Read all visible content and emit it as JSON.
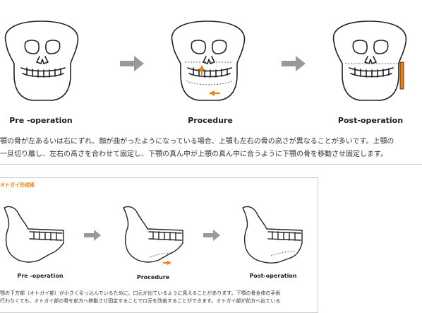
{
  "colors": {
    "accent": "#ef8000",
    "line": "#222222",
    "arrow": "#999999",
    "divider": "#cccccc"
  },
  "asymmetry": {
    "labels": {
      "pre": "Pre -operation",
      "procedure": "Procedure",
      "post": "Post-operation"
    },
    "description": [
      "顎の骨が左あるいは右にずれ、顔が曲がったようになっている場合、上顎も左右の骨の高さが異なることが多いです。上顎の",
      "一旦切り離し、左右の高さを合わせて固定し、下顎の真ん中が上顎の真ん中に合うように下顎の骨を移動させ固定します。"
    ]
  },
  "genioplasty": {
    "title": "オトガイ形成術",
    "labels": {
      "pre": "Pre -operation",
      "procedure": "Procedure",
      "post": "Post-operation"
    },
    "description": [
      "顎の下方部（オトガイ部）が小さく引っ込んでいるために、口元が出ているように見えることがあります。下顎の骨全体の手術",
      "行わなくても、オトガイ部の骨を前方へ移動させ固定することで口元を改善することができます。オトガイ部が前方へ出ている"
    ]
  }
}
